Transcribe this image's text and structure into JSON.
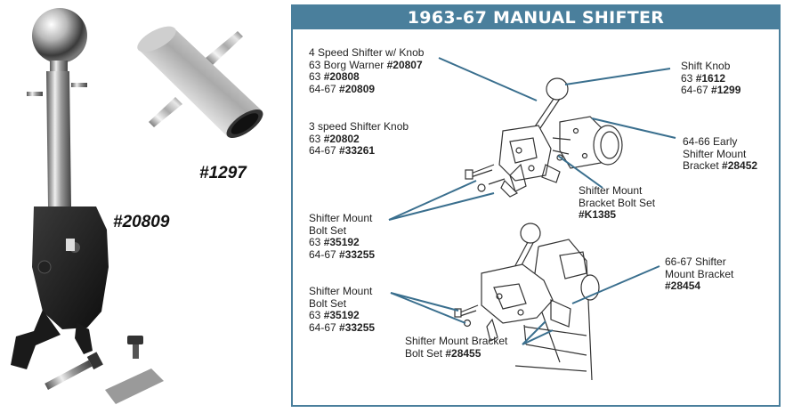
{
  "parts": {
    "tube_label": "#1297",
    "shifter_label": "#20809"
  },
  "panel": {
    "title": "1963-67 MANUAL SHIFTER"
  },
  "callouts": {
    "four_speed": {
      "line1": "4 Speed Shifter w/ Knob",
      "line2_text": "63 Borg Warner ",
      "line2_num": "#20807",
      "line3_text": "63 ",
      "line3_num": "#20808",
      "line4_text": "64-67 ",
      "line4_num": "#20809"
    },
    "three_speed": {
      "line1": "3 speed Shifter Knob",
      "line2_text": "63 ",
      "line2_num": "#20802",
      "line3_text": "64-67 ",
      "line3_num": "#33261"
    },
    "shift_knob": {
      "line1": "Shift Knob",
      "line2_text": "63 ",
      "line2_num": "#1612",
      "line3_text": "64-67 ",
      "line3_num": "#1299"
    },
    "early_bracket": {
      "line1": "64-66 Early",
      "line2": "Shifter Mount",
      "line3_text": "Bracket ",
      "line3_num": "#28452"
    },
    "bracket_bolt_set": {
      "line1": "Shifter Mount",
      "line2": "Bracket Bolt Set",
      "line3_num": "#K1385"
    },
    "bolt_set_upper": {
      "line1": "Shifter Mount",
      "line2": "Bolt Set",
      "line3_text": "63 ",
      "line3_num": "#35192",
      "line4_text": "64-67 ",
      "line4_num": "#33255"
    },
    "bolt_set_lower": {
      "line1": "Shifter Mount",
      "line2": "Bolt Set",
      "line3_text": "63 ",
      "line3_num": "#35192",
      "line4_text": "64-67 ",
      "line4_num": "#33255"
    },
    "late_bracket": {
      "line1": "66-67 Shifter",
      "line2": "Mount Bracket",
      "line3_num": "#28454"
    },
    "bracket_bolt_lower": {
      "line1": "Shifter Mount Bracket",
      "line2_text": "Bolt Set ",
      "line2_num": "#28455"
    }
  },
  "colors": {
    "panel_border": "#4a7f9c",
    "header_bg": "#4a7f9c",
    "leader_line": "#3a6f8e"
  }
}
